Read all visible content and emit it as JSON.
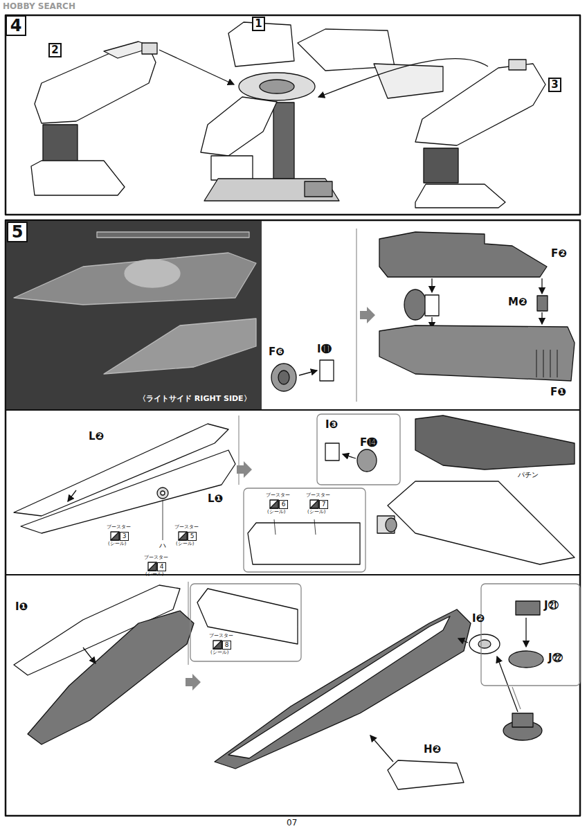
{
  "diagram": {
    "nodes": [
      {
        "text": [
          "4"
        ]
      },
      {
        "text": [
          "2"
        ]
      },
      {
        "text": [
          "1"
        ]
      },
      {
        "text": [
          "3"
        ]
      },
      {
        "text": [
          "5"
        ]
      }
    ],
    "labels": [
      "HOBBY SEARCH",
      "〈ライトサイド RIGHT SIDE〉",
      "F❻",
      "I⓫",
      "F❷",
      "M❷",
      "F❶",
      "L❷",
      "L❶",
      "ブースター",
      "3",
      "(シール)",
      "ハ",
      "ブースター",
      "4",
      "(シール)",
      "ブースター",
      "5",
      "(シール)",
      "I❸",
      "F⓮",
      "ブースター",
      "6",
      "(シール)",
      "ブースター",
      "7",
      "(シール)",
      "パチン",
      "I❶",
      "ブースター",
      "8",
      "(シール)",
      "I❷",
      "H❷",
      "J㉑",
      "J㉒",
      "07"
    ]
  }
}
